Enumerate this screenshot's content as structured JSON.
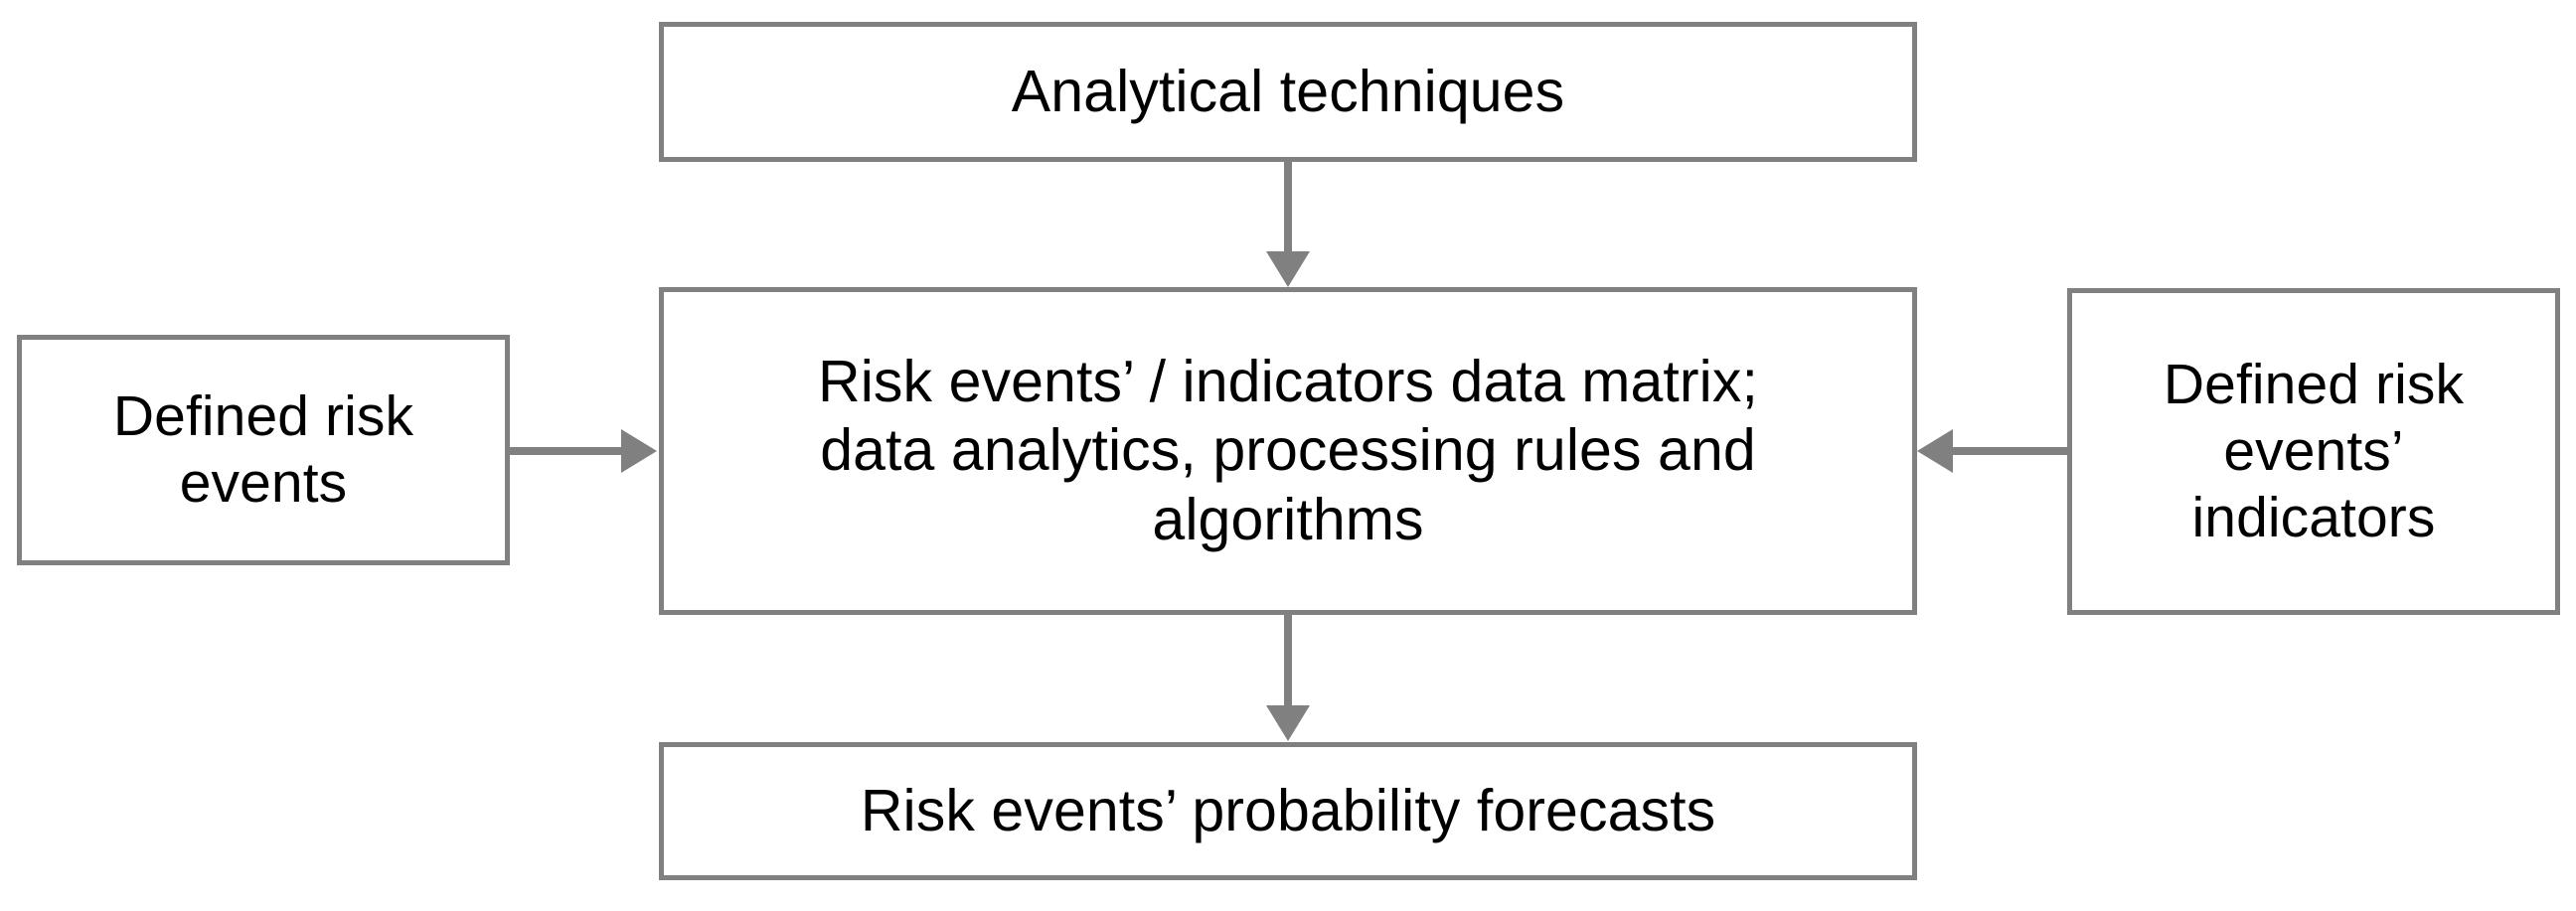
{
  "diagram": {
    "type": "flowchart",
    "background_color": "#ffffff",
    "box_border_color": "#808080",
    "connector_color": "#808080",
    "text_color": "#000000",
    "nodes": [
      {
        "id": "analytical-techniques",
        "label": "Analytical techniques",
        "position": "top"
      },
      {
        "id": "data-matrix",
        "label": "Risk events’ / indicators data matrix;\ndata analytics, processing rules and\nalgorithms",
        "position": "center"
      },
      {
        "id": "defined-risk-events",
        "label": "Defined risk\nevents",
        "position": "left"
      },
      {
        "id": "defined-risk-events-indicators",
        "label": "Defined risk\nevents’\nindicators",
        "position": "right"
      },
      {
        "id": "probability-forecasts",
        "label": "Risk events’ probability forecasts",
        "position": "bottom"
      }
    ],
    "connectors": [
      {
        "id": "top-to-center",
        "from": "analytical-techniques",
        "to": "data-matrix",
        "direction": "down"
      },
      {
        "id": "left-to-center",
        "from": "defined-risk-events",
        "to": "data-matrix",
        "direction": "right"
      },
      {
        "id": "right-to-center",
        "from": "defined-risk-events-indicators",
        "to": "data-matrix",
        "direction": "left"
      },
      {
        "id": "center-to-bottom",
        "from": "data-matrix",
        "to": "probability-forecasts",
        "direction": "down"
      }
    ]
  }
}
